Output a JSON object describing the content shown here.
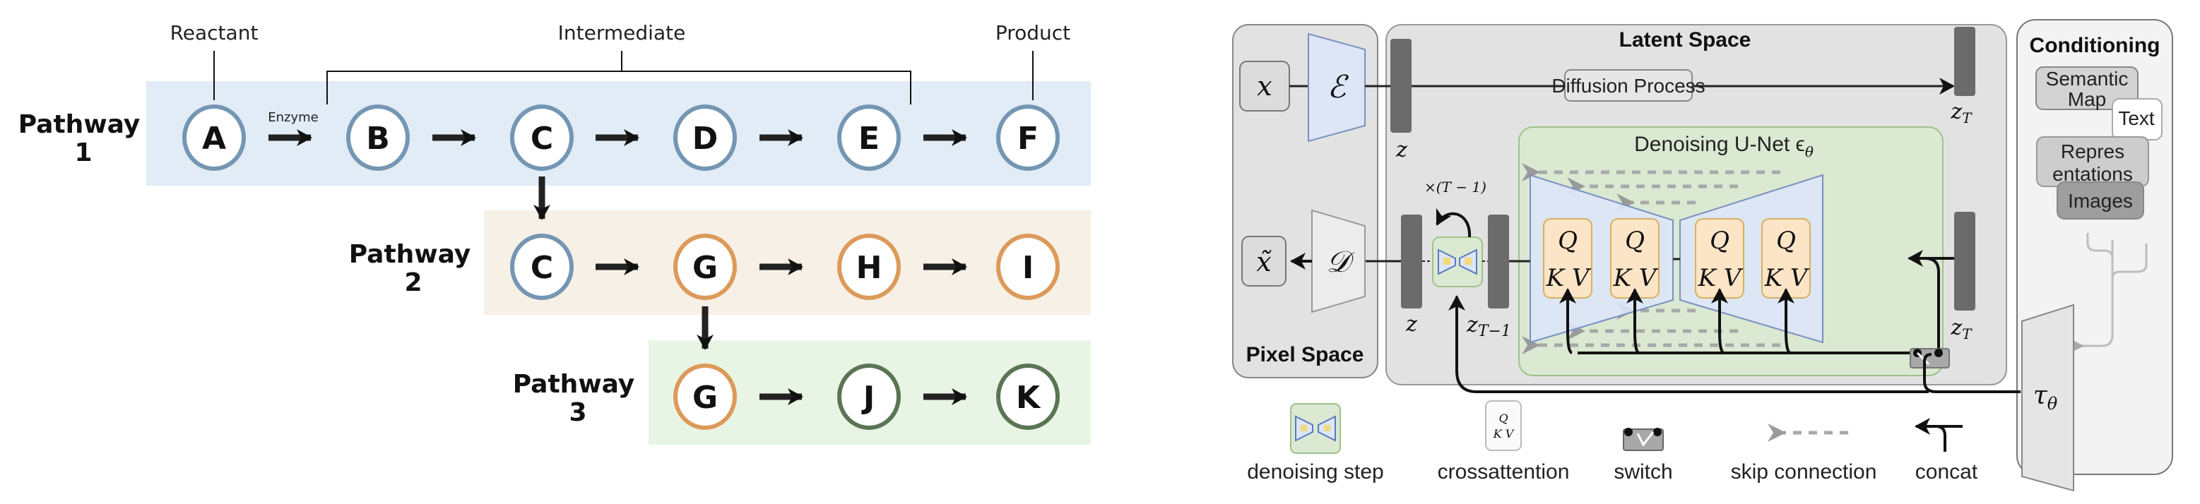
{
  "left_diagram": {
    "annotations": {
      "reactant": "Reactant",
      "intermediate": "Intermediate",
      "product": "Product",
      "enzyme": "Enzyme"
    },
    "pathways": [
      {
        "label_line1": "Pathway",
        "label_line2": "1",
        "band_color": "#e1ecf6",
        "nodes": [
          {
            "id": "A",
            "color": "#7596b3"
          },
          {
            "id": "B",
            "color": "#7596b3"
          },
          {
            "id": "C",
            "color": "#7596b3"
          },
          {
            "id": "D",
            "color": "#7596b3"
          },
          {
            "id": "E",
            "color": "#7596b3"
          },
          {
            "id": "F",
            "color": "#7596b3"
          }
        ]
      },
      {
        "label_line1": "Pathway",
        "label_line2": "2",
        "band_color": "#f7f0e6",
        "nodes": [
          {
            "id": "C",
            "color": "#7596b3"
          },
          {
            "id": "G",
            "color": "#dc9a5a"
          },
          {
            "id": "H",
            "color": "#dc9a5a"
          },
          {
            "id": "I",
            "color": "#dc9a5a"
          }
        ]
      },
      {
        "label_line1": "Pathway",
        "label_line2": "3",
        "band_color": "#e8f5e4",
        "nodes": [
          {
            "id": "G",
            "color": "#dc9a5a"
          },
          {
            "id": "J",
            "color": "#5a7554"
          },
          {
            "id": "K",
            "color": "#5a7554"
          }
        ]
      }
    ]
  },
  "right_diagram": {
    "pixel_space": {
      "title": "Pixel Space",
      "input": "x",
      "output": "x̃",
      "encoder": "ℰ",
      "decoder": "𝒟"
    },
    "latent_space": {
      "title": "Latent Space",
      "diffusion_process": "Diffusion Process",
      "z_label": "z",
      "zT_label": "z",
      "zT_sub": "T",
      "zT1_label": "z",
      "zT1_sub": "T−1",
      "loop_label": "×(T − 1)",
      "unet_title": "Denoising U-Net ϵ",
      "unet_sub": "θ",
      "qkv_blocks": [
        {
          "q": "Q",
          "kv": "K V"
        },
        {
          "q": "Q",
          "kv": "K V"
        },
        {
          "q": "Q",
          "kv": "K V"
        },
        {
          "q": "Q",
          "kv": "K V"
        }
      ]
    },
    "conditioning": {
      "title": "Conditioning",
      "items": [
        "Semantic",
        "Map",
        "Text",
        "Repres",
        "entations",
        "Images"
      ],
      "tau": "τ",
      "tau_sub": "θ"
    },
    "legend": [
      {
        "icon": "denoising-step-icon",
        "label": "denoising step"
      },
      {
        "icon": "crossattention-icon",
        "label": "crossattention"
      },
      {
        "icon": "switch-icon",
        "label": "switch"
      },
      {
        "icon": "skip-connection-icon",
        "label": "skip connection"
      },
      {
        "icon": "concat-icon",
        "label": "concat"
      }
    ],
    "colors": {
      "panel_gray": "#e2e2e2",
      "unet_green": "#dbe8d2",
      "unet_blue": "#dde6f7",
      "qkv_orange": "#fbe5c6",
      "latent_bar": "#6b6b6b"
    }
  }
}
